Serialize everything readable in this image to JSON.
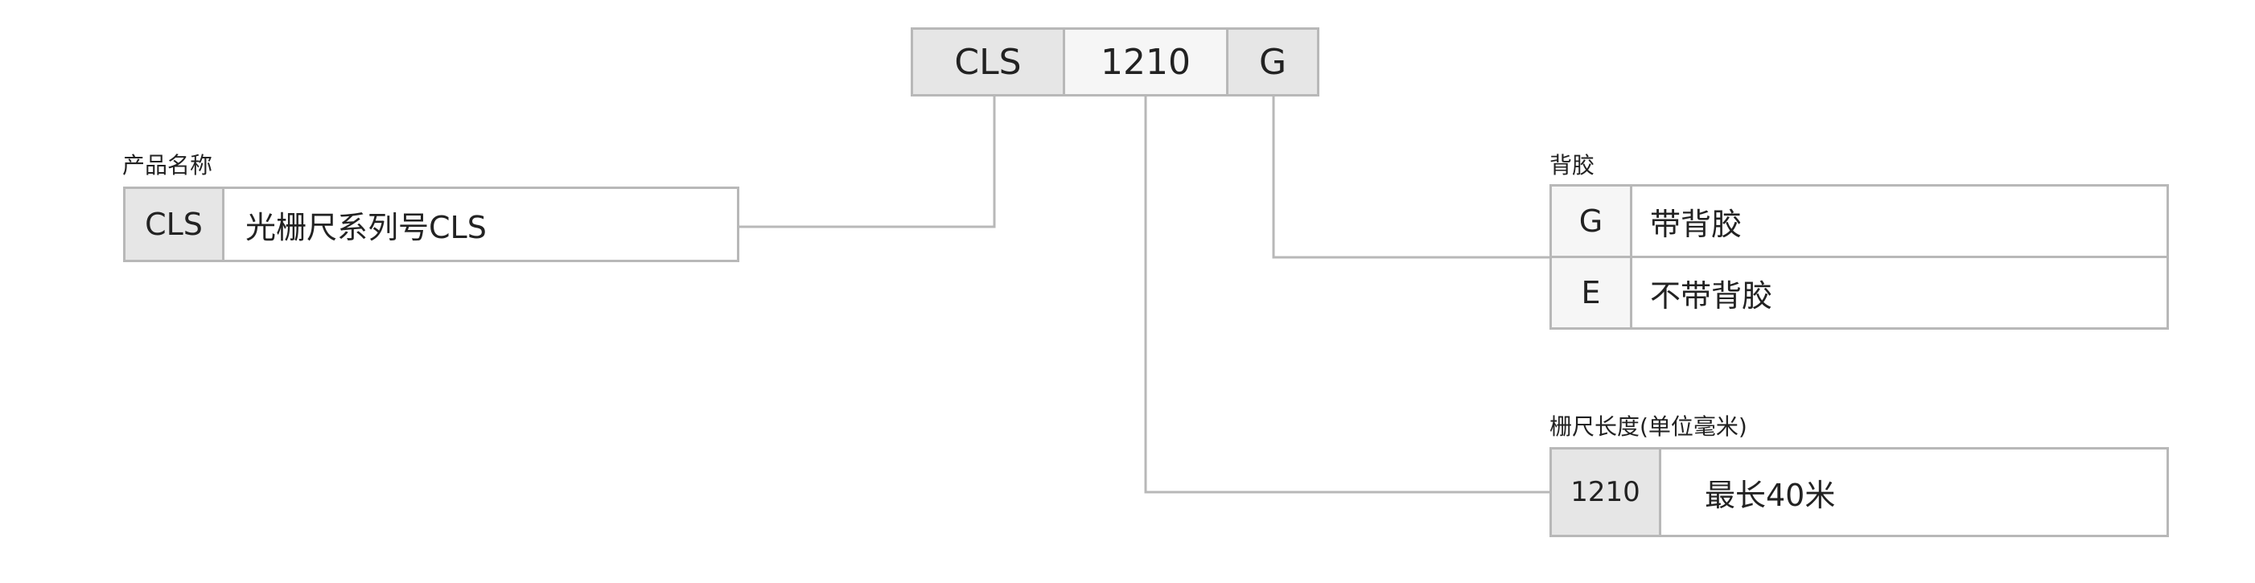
{
  "code_boxes": [
    "CLS",
    "1210",
    "G"
  ],
  "product_name": {
    "heading": "产品名称",
    "code": "CLS",
    "desc": "光栅尺系列号CLS"
  },
  "backing": {
    "heading": "背胶",
    "rows": [
      {
        "code": "G",
        "desc": "带背胶"
      },
      {
        "code": "E",
        "desc": "不带背胶"
      }
    ]
  },
  "length": {
    "heading": "栅尺长度(单位毫米)",
    "code": "1210",
    "desc": "最长40米"
  }
}
